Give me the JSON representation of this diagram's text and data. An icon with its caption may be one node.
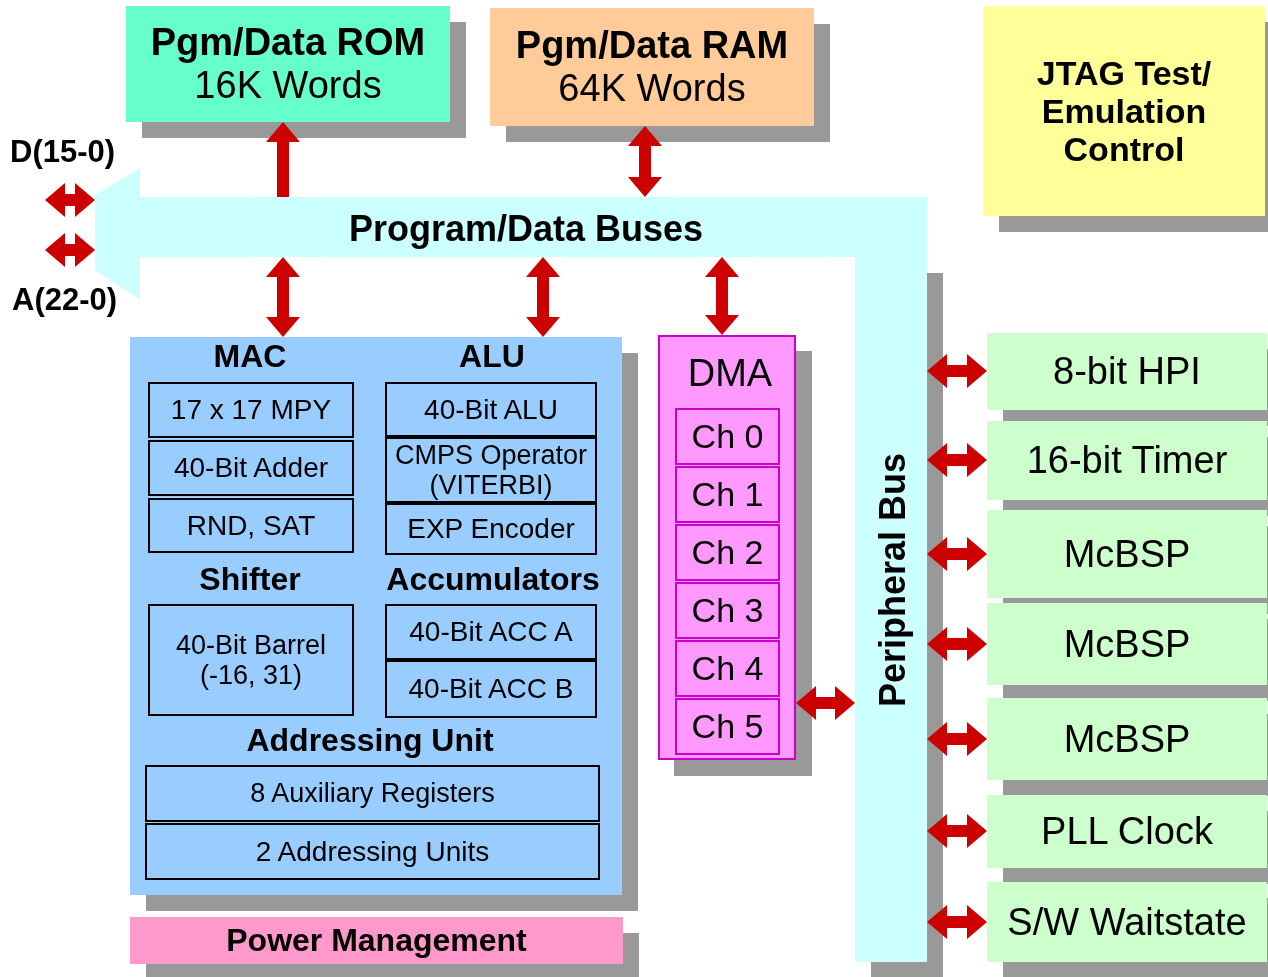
{
  "diagram": {
    "nodes": [
      {
        "text": [
          "Pgm/Data ROM",
          "16K Words"
        ]
      },
      {
        "text": [
          "Pgm/Data RAM",
          "64K Words"
        ]
      },
      {
        "text": [
          "JTAG Test/ Emulation Control"
        ]
      },
      {
        "text": [
          "Program/Data Buses"
        ]
      },
      {
        "text": [
          "MAC",
          "ALU",
          "Shifter",
          "Accumulators",
          "Addressing Unit"
        ]
      },
      {
        "text": [
          "17 x 17 MPY"
        ],
        "in": 4
      },
      {
        "text": [
          "40-Bit Adder"
        ],
        "in": 4
      },
      {
        "text": [
          "RND, SAT"
        ],
        "in": 4
      },
      {
        "text": [
          "40-Bit ALU"
        ],
        "in": 4
      },
      {
        "text": [
          "CMPS Operator (VITERBI)"
        ],
        "in": 4
      },
      {
        "text": [
          "EXP Encoder"
        ],
        "in": 4
      },
      {
        "text": [
          "40-Bit Barrel (-16, 31)"
        ],
        "in": 4
      },
      {
        "text": [
          "40-Bit ACC A"
        ],
        "in": 4
      },
      {
        "text": [
          "40-Bit ACC B"
        ],
        "in": 4
      },
      {
        "text": [
          "8 Auxiliary Registers"
        ],
        "in": 4
      },
      {
        "text": [
          "2 Addressing Units"
        ],
        "in": 4
      },
      {
        "text": [
          "DMA"
        ]
      },
      {
        "text": [
          "Ch 0"
        ],
        "in": 16
      },
      {
        "text": [
          "Ch 1"
        ],
        "in": 16
      },
      {
        "text": [
          "Ch 2"
        ],
        "in": 16
      },
      {
        "text": [
          "Ch 3"
        ],
        "in": 16
      },
      {
        "text": [
          "Ch 4"
        ],
        "in": 16
      },
      {
        "text": [
          "Ch 5"
        ],
        "in": 16
      },
      {
        "text": [
          "Peripheral Bus"
        ]
      },
      {
        "text": [
          "8-bit HPI"
        ]
      },
      {
        "text": [
          "16-bit Timer"
        ]
      },
      {
        "text": [
          "McBSP"
        ]
      },
      {
        "text": [
          "McBSP"
        ]
      },
      {
        "text": [
          "McBSP"
        ]
      },
      {
        "text": [
          "PLL Clock"
        ]
      },
      {
        "text": [
          "S/W Waitstate"
        ]
      },
      {
        "text": [
          "Power Management"
        ]
      }
    ],
    "edges": [
      {
        "from": 3,
        "to": 0,
        "arrow": "to"
      },
      {
        "from": 1,
        "to": 3,
        "arrow": "both"
      },
      {
        "from": null,
        "to": 3,
        "arrow": "both"
      },
      {
        "from": null,
        "to": 3,
        "arrow": "both"
      },
      {
        "from": 3,
        "to": 4,
        "arrow": "both"
      },
      {
        "from": 3,
        "to": 4,
        "arrow": "both"
      },
      {
        "from": 3,
        "to": 16,
        "arrow": "both"
      },
      {
        "from": 16,
        "to": 23,
        "arrow": "both"
      },
      {
        "from": 23,
        "to": 24,
        "arrow": "both"
      },
      {
        "from": 23,
        "to": 25,
        "arrow": "both"
      },
      {
        "from": 23,
        "to": 26,
        "arrow": "both"
      },
      {
        "from": 23,
        "to": 27,
        "arrow": "both"
      },
      {
        "from": 23,
        "to": 28,
        "arrow": "both"
      },
      {
        "from": 23,
        "to": 29,
        "arrow": "both"
      },
      {
        "from": 23,
        "to": 30,
        "arrow": "both"
      }
    ],
    "labels": [
      "D(15-0)",
      "A(22-0)"
    ]
  }
}
